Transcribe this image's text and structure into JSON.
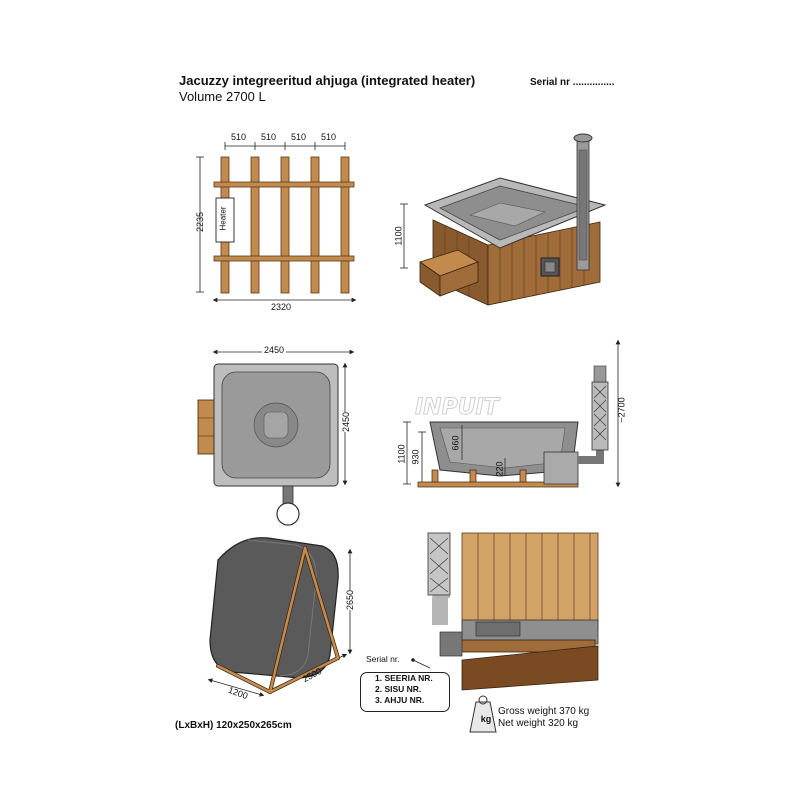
{
  "header": {
    "title": "Jacuzzy integreeritud ahjuga (integrated heater)",
    "volume": "Volume 2700 L",
    "serial": "Serial nr ..............."
  },
  "plan_view": {
    "spacings": [
      "510",
      "510",
      "510",
      "510"
    ],
    "height": "2235",
    "width": "2320",
    "heater_label": "Heater"
  },
  "iso_view": {
    "height": "1100"
  },
  "top_view": {
    "width": "2450",
    "depth": "2450",
    "brand": "INPUIT"
  },
  "side_view": {
    "total_height": "~2700",
    "height": "1100",
    "inner": "930",
    "seat": "660",
    "step": "220"
  },
  "crate_view": {
    "height": "2650",
    "length": "2500",
    "width": "1200",
    "dims": "(LxBxH) 120x250x265cm"
  },
  "detail_view": {
    "serial_label": "Serial nr.",
    "items": [
      "1. SEERIA NR.",
      "2. SISU NR.",
      "3. AHJU NR."
    ]
  },
  "weights": {
    "icon": "kg",
    "gross": "Gross weight 370 kg",
    "net": "Net weight 320 kg"
  },
  "colors": {
    "wood": "#a87443",
    "shell": "#9c9c9c",
    "dark": "#444444"
  }
}
